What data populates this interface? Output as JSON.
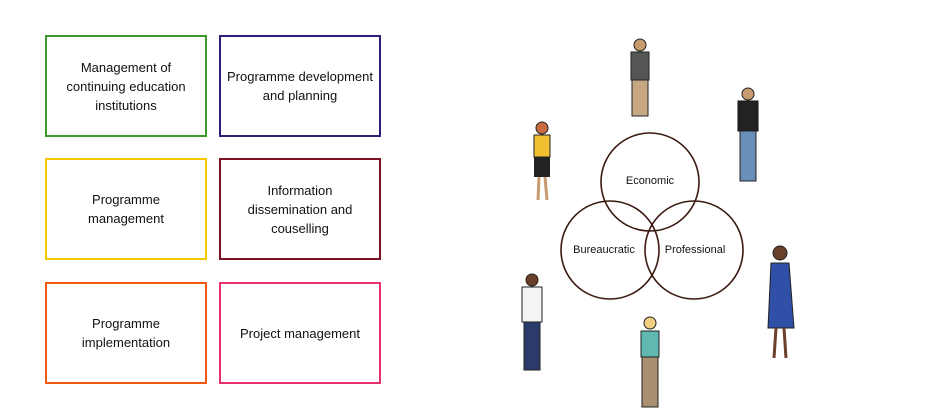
{
  "roles": [
    {
      "label": "Management of continuing education institutions",
      "color": "#3a9a2a"
    },
    {
      "label": "Programme development and planning",
      "color": "#2a1f7a"
    },
    {
      "label": "Programme management",
      "color": "#f5c800"
    },
    {
      "label": "Information dissemination and couselling",
      "color": "#7a1020"
    },
    {
      "label": "Programme implementation",
      "color": "#f05a10"
    },
    {
      "label": "Project management",
      "color": "#e8306a"
    }
  ],
  "venn": {
    "circles": [
      {
        "label": "Economic"
      },
      {
        "label": "Bureaucratic"
      },
      {
        "label": "Professional"
      }
    ],
    "stroke_color": "#3a1a10"
  }
}
